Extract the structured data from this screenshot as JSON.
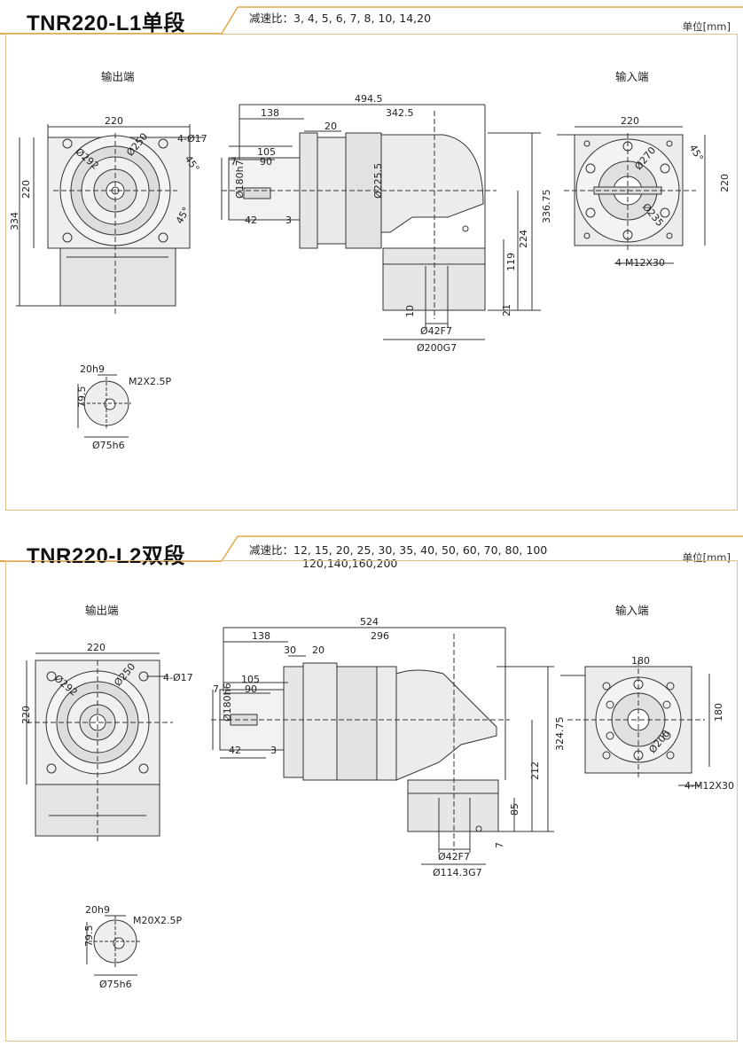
{
  "colors": {
    "accent": "#e2a64b",
    "line": "#222222",
    "body": "#e6e6e6"
  },
  "sections": [
    {
      "title": "TNR220-L1单段",
      "ratio_label": "减速比：3, 4, 5, 6, 7, 8, 10, 14,20",
      "ratio_line2": "",
      "unit": "单位[mm]",
      "output_end": "输出端",
      "input_end": "输入端",
      "dims": {
        "front_w": "220",
        "front_h": "220",
        "front_total": "334",
        "pcd1": "Ø292",
        "pcd2": "Ø250",
        "holes": "4-Ø17",
        "angle": "45°",
        "total_len": "494.5",
        "len_a": "138",
        "len_b": "342.5",
        "len_c": "20",
        "shaft_len": "105",
        "shaft_key": "90",
        "shaft_off": "7",
        "shaft_dia": "Ø180h7",
        "shaft_end": "42",
        "shaft_step": "3",
        "flange_dia": "Ø225.5",
        "height_total": "336.75",
        "height_224": "224",
        "height_119": "119",
        "height_21": "21",
        "bore": "Ø42F7",
        "spigot": "Ø200G7",
        "bottom_10": "10",
        "in_w": "220",
        "in_h": "220",
        "in_pcd1": "Ø270",
        "in_pcd2": "Ø235",
        "in_thread": "4-M12X30",
        "key_w": "20h9",
        "key_h": "79.5",
        "key_thread": "M2X2.5P",
        "key_dia": "Ø75h6"
      }
    },
    {
      "title": "TNR220-L2双段",
      "ratio_label": "减速比：12, 15, 20, 25, 30, 35, 40, 50, 60, 70, 80, 100",
      "ratio_line2": "120,140,160,200",
      "unit": "单位[mm]",
      "output_end": "输出端",
      "input_end": "输入端",
      "dims": {
        "front_w": "220",
        "front_h": "220",
        "pcd1": "Ø292",
        "pcd2": "Ø250",
        "holes": "4-Ø17",
        "total_len": "524",
        "len_a": "138",
        "len_b": "296",
        "len_c": "30",
        "len_d": "20",
        "shaft_len": "105",
        "shaft_key": "90",
        "shaft_off": "7",
        "shaft_dia": "Ø180h6",
        "shaft_end": "42",
        "shaft_step": "3",
        "height_total": "324.75",
        "height_212": "212",
        "height_85": "85",
        "height_7": "7",
        "bore": "Ø42F7",
        "spigot": "Ø114.3G7",
        "in_w": "180",
        "in_h": "180",
        "in_pcd": "Ø200",
        "in_thread": "4-M12X30",
        "key_w": "20h9",
        "key_h": "79.5",
        "key_thread": "M20X2.5P",
        "key_dia": "Ø75h6"
      }
    }
  ]
}
